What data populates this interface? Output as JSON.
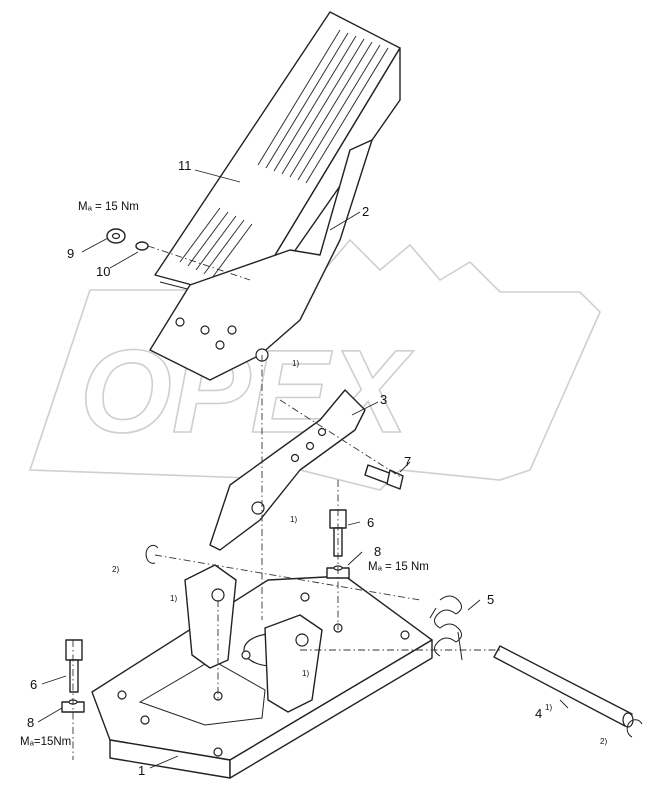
{
  "watermark": "OPEX",
  "callouts": {
    "c1": "1",
    "c2": "2",
    "c3": "3",
    "c4": "4",
    "c5": "5",
    "c6a": "6",
    "c6b": "6",
    "c7": "7",
    "c8a": "8",
    "c8b": "8",
    "c9": "9",
    "c10": "10",
    "c11": "11"
  },
  "notes": {
    "n1_pedal": "1)",
    "n1_bracket": "1)",
    "n1_lug_left": "1)",
    "n1_lug_right": "1)",
    "n1_pin": "1)",
    "n2_left": "2)",
    "n2_right": "2)"
  },
  "torques": {
    "top": "Mₐ = 15 Nm",
    "mid": "Mₐ = 15 Nm",
    "bottom": "Mₐ=15Nm"
  }
}
